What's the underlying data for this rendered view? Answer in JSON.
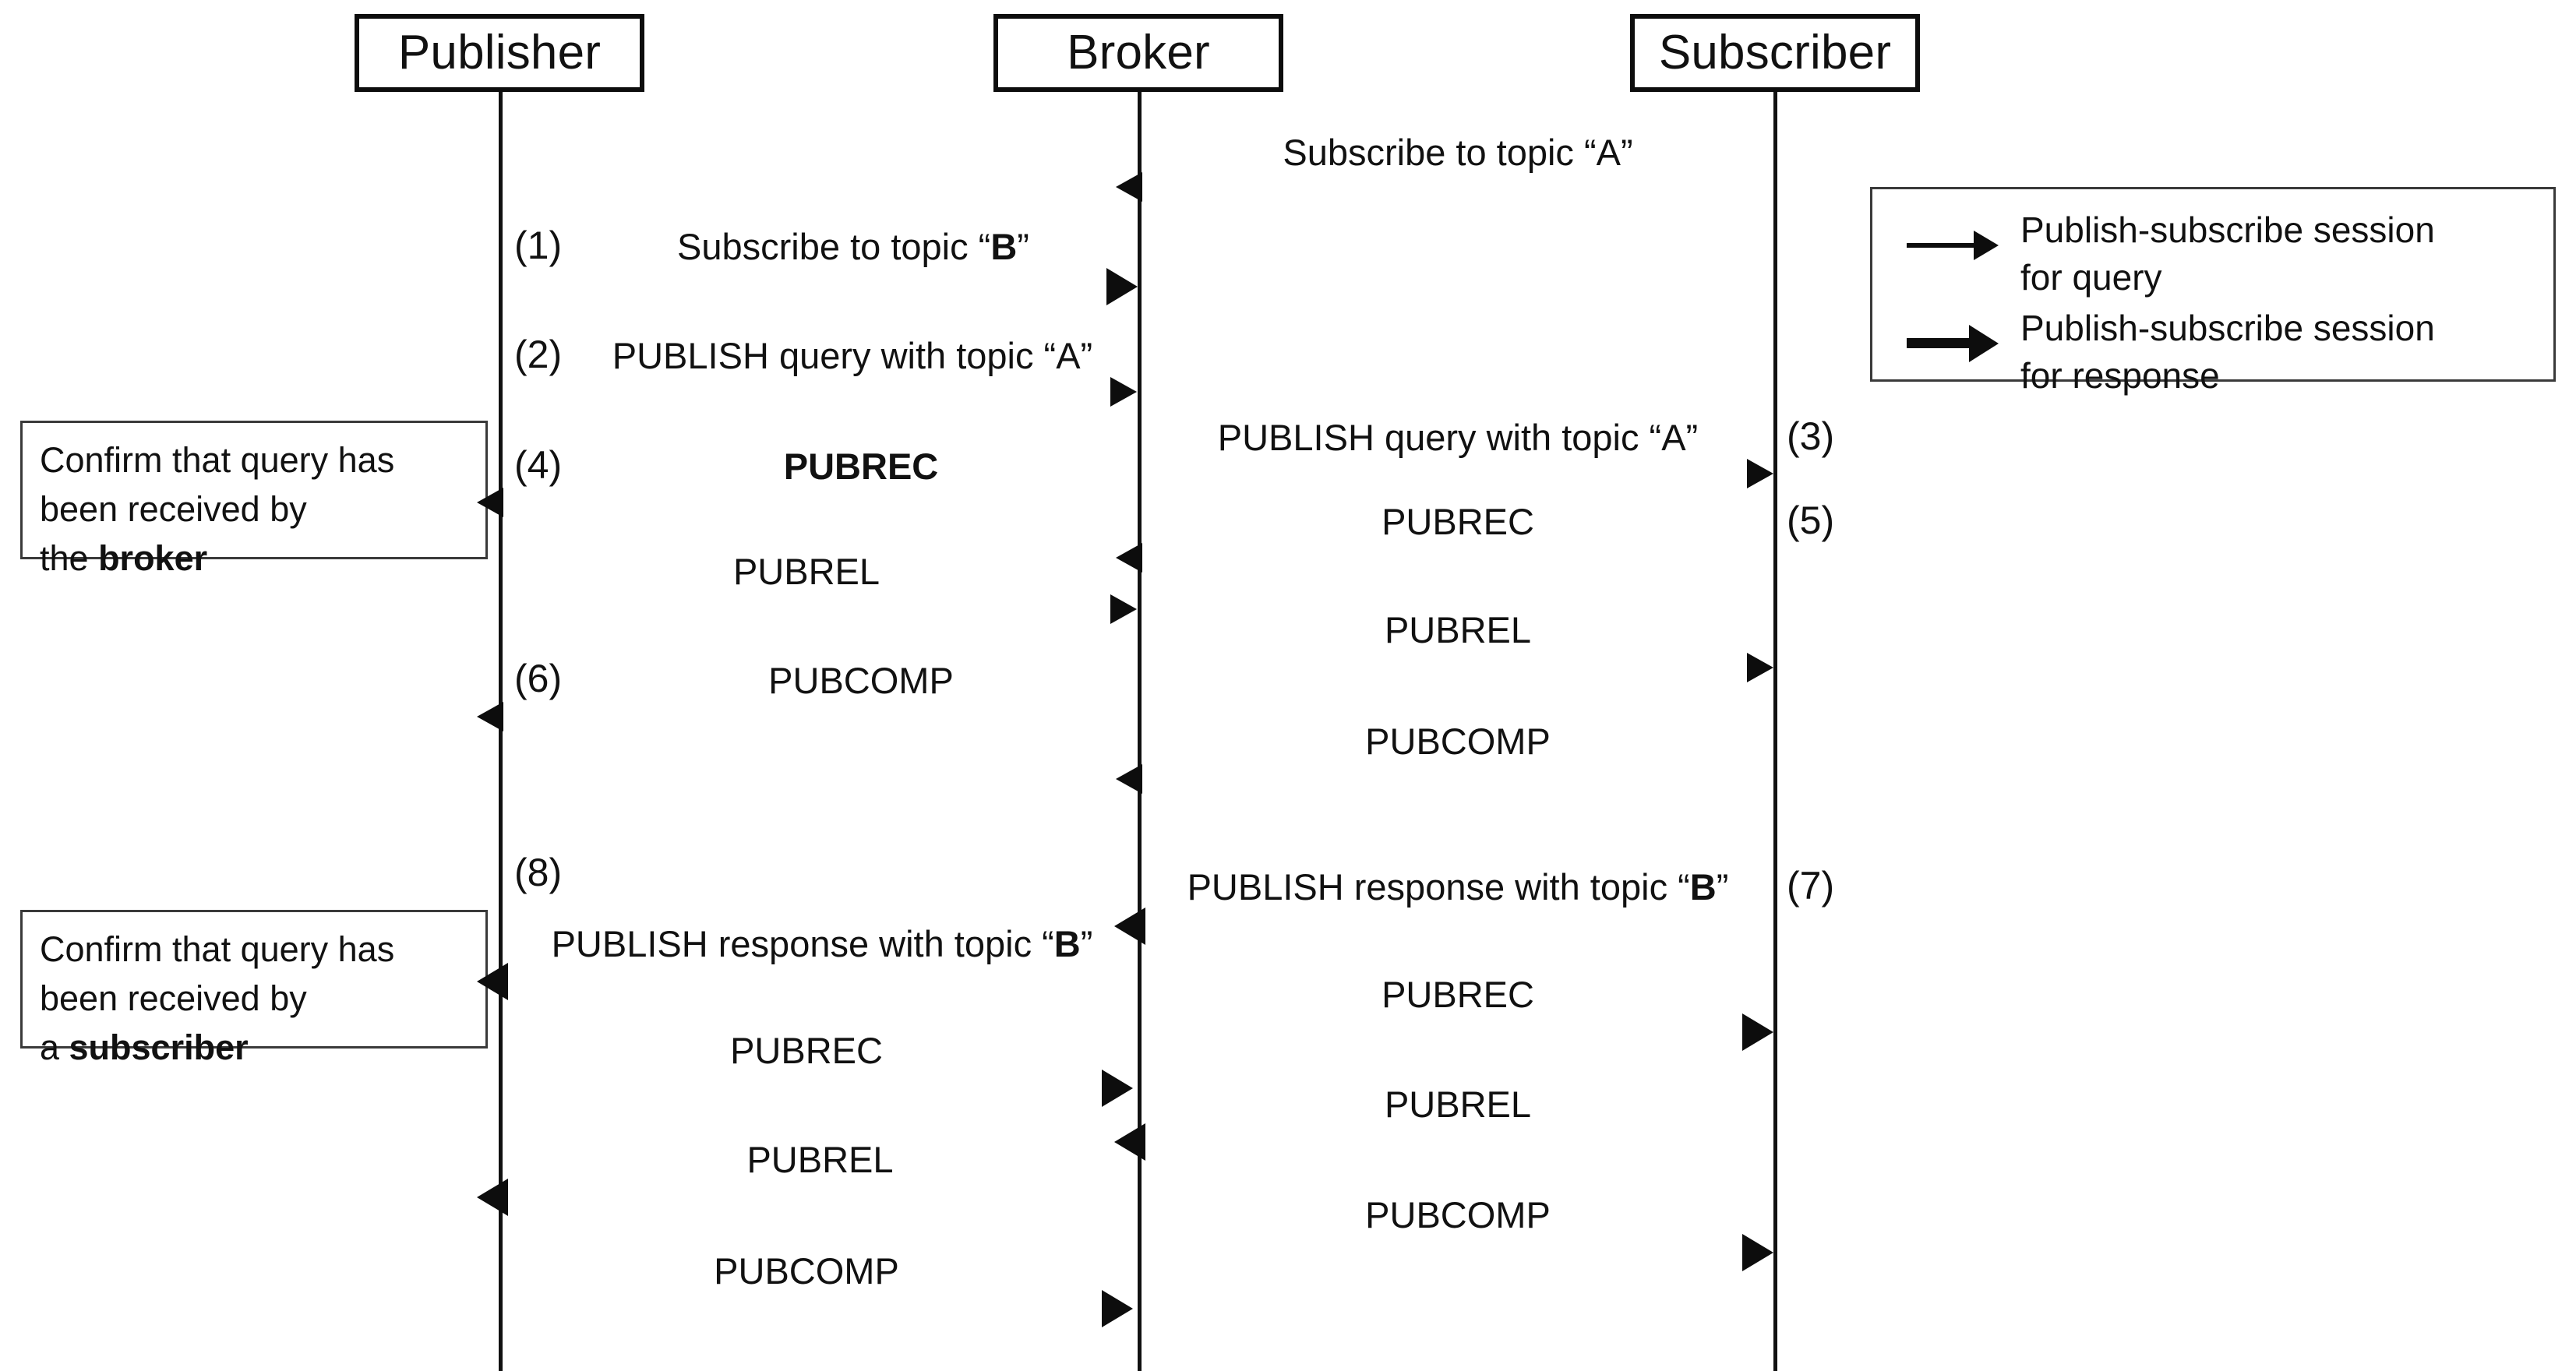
{
  "diagram": {
    "type": "sequence-diagram",
    "title": "MQTT publish-subscribe QoS 2 query/response sequence",
    "participants": [
      {
        "id": "publisher",
        "label": "Publisher"
      },
      {
        "id": "broker",
        "label": "Broker"
      },
      {
        "id": "subscriber",
        "label": "Subscriber"
      }
    ],
    "messages": [
      {
        "n": 1,
        "step": "",
        "from": "subscriber",
        "to": "broker",
        "label": "Subscribe to topic “A”",
        "label_html": "Subscribe to topic “A”",
        "style": "thin",
        "lane": "right"
      },
      {
        "n": 2,
        "step": "(1)",
        "from": "publisher",
        "to": "broker",
        "label": "Subscribe to topic “B”",
        "label_html": "Subscribe to topic “<b>B</b>”",
        "style": "thick",
        "lane": "left"
      },
      {
        "n": 3,
        "step": "(2)",
        "from": "publisher",
        "to": "broker",
        "label": "PUBLISH query with topic “A”",
        "label_html": "PUBLISH query with topic “A”",
        "style": "thin",
        "lane": "left"
      },
      {
        "n": 4,
        "step": "(3)",
        "from": "broker",
        "to": "subscriber",
        "label": "PUBLISH query with topic “A”",
        "label_html": "PUBLISH query with topic “A”",
        "style": "thin",
        "lane": "right"
      },
      {
        "n": 5,
        "step": "(4)",
        "from": "broker",
        "to": "publisher",
        "label": "PUBREC",
        "label_html": "PUBREC",
        "style": "thin",
        "lane": "left",
        "bold": true
      },
      {
        "n": 6,
        "step": "(5)",
        "from": "subscriber",
        "to": "broker",
        "label": "PUBREC",
        "label_html": "PUBREC",
        "style": "thin",
        "lane": "right"
      },
      {
        "n": 7,
        "step": "",
        "from": "publisher",
        "to": "broker",
        "label": "PUBREL",
        "label_html": "PUBREL",
        "style": "thin",
        "lane": "left"
      },
      {
        "n": 8,
        "step": "",
        "from": "broker",
        "to": "subscriber",
        "label": "PUBREL",
        "label_html": "PUBREL",
        "style": "thin",
        "lane": "right"
      },
      {
        "n": 9,
        "step": "(6)",
        "from": "broker",
        "to": "publisher",
        "label": "PUBCOMP",
        "label_html": "PUBCOMP",
        "style": "thin",
        "lane": "left"
      },
      {
        "n": 10,
        "step": "",
        "from": "subscriber",
        "to": "broker",
        "label": "PUBCOMP",
        "label_html": "PUBCOMP",
        "style": "thin",
        "lane": "right"
      },
      {
        "n": 11,
        "step": "(7)",
        "from": "subscriber",
        "to": "broker",
        "label": "PUBLISH response with topic “B”",
        "label_html": "PUBLISH response with topic “<b>B</b>”",
        "style": "thick",
        "lane": "right"
      },
      {
        "n": 12,
        "step": "(8)",
        "from": "broker",
        "to": "publisher",
        "label": "PUBLISH response with topic “B”",
        "label_html": "PUBLISH response with topic “<b>B</b>”",
        "style": "thick",
        "lane": "left"
      },
      {
        "n": 13,
        "step": "",
        "from": "broker",
        "to": "subscriber",
        "label": "PUBREC",
        "label_html": "PUBREC",
        "style": "thick",
        "lane": "right"
      },
      {
        "n": 14,
        "step": "",
        "from": "publisher",
        "to": "broker",
        "label": "PUBREC",
        "label_html": "PUBREC",
        "style": "thick",
        "lane": "left"
      },
      {
        "n": 15,
        "step": "",
        "from": "subscriber",
        "to": "broker",
        "label": "PUBREL",
        "label_html": "PUBREL",
        "style": "thick",
        "lane": "right"
      },
      {
        "n": 16,
        "step": "",
        "from": "broker",
        "to": "publisher",
        "label": "PUBREL",
        "label_html": "PUBREL",
        "style": "thick",
        "lane": "left"
      },
      {
        "n": 17,
        "step": "",
        "from": "broker",
        "to": "subscriber",
        "label": "PUBCOMP",
        "label_html": "PUBCOMP",
        "style": "thick",
        "lane": "right"
      },
      {
        "n": 18,
        "step": "",
        "from": "publisher",
        "to": "broker",
        "label": "PUBCOMP",
        "label_html": "PUBCOMP",
        "style": "thick",
        "lane": "left"
      }
    ],
    "notes": [
      {
        "id": "note-broker",
        "text": "Confirm that query has been received by the broker",
        "html": "Confirm that query has<br>been received by<br>the <b>broker</b>"
      },
      {
        "id": "note-subscriber",
        "text": "Confirm that query has been received by a subscriber",
        "html": "Confirm that query has<br>been received by<br>a <b>subscriber</b>"
      }
    ],
    "legend": {
      "entries": [
        {
          "icon": "thin-arrow-icon",
          "style": "thin",
          "text": "Publish-subscribe session\nfor query"
        },
        {
          "icon": "thick-arrow-icon",
          "style": "thick",
          "text": "Publish-subscribe session\nfor response"
        }
      ]
    },
    "colors": {
      "stroke": "#0d0d0d",
      "text": "#111111",
      "note_border": "#3a3a3a",
      "background": "#ffffff"
    }
  }
}
